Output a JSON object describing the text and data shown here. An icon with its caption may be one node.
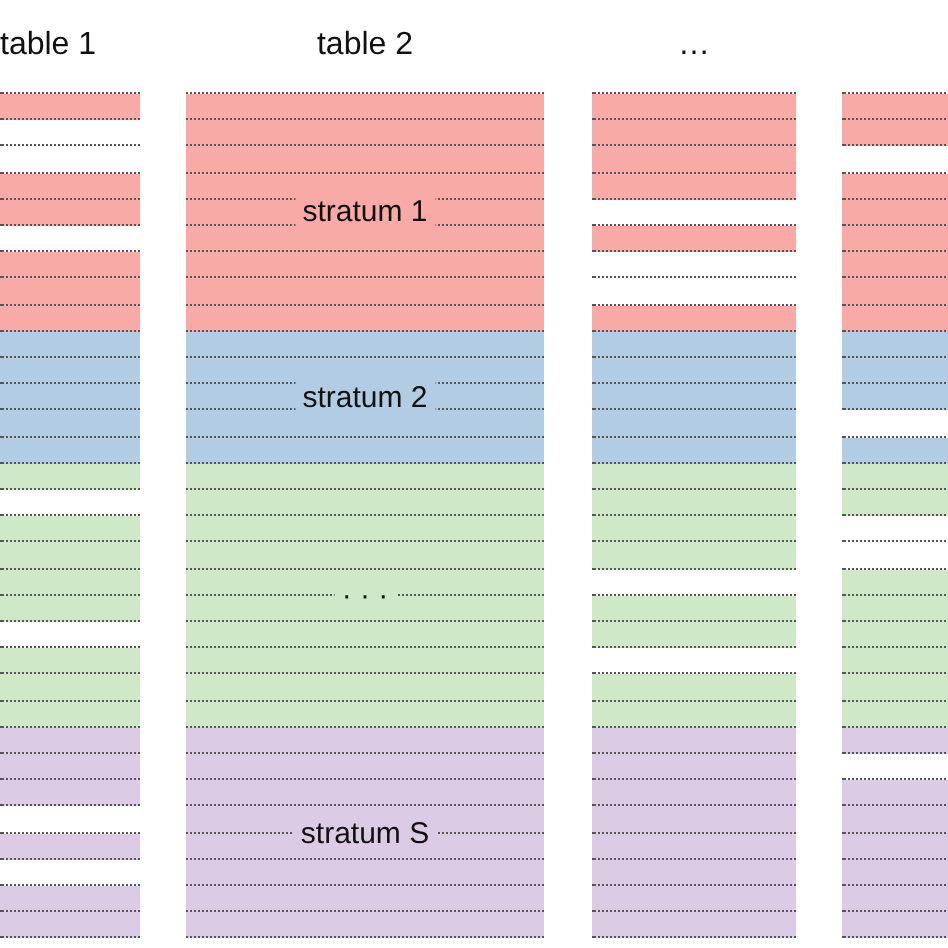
{
  "diagram": {
    "nodes": [
      {
        "text": [
          "table 1"
        ]
      },
      {
        "text": [
          "table 2"
        ]
      },
      {
        "text": [
          "stratum 1"
        ],
        "in": 1
      },
      {
        "text": [
          "stratum 2"
        ],
        "in": 1
      },
      {
        "text": [
          "· · ·"
        ],
        "in": 1
      },
      {
        "text": [
          "stratum S"
        ],
        "in": 1
      },
      {
        "text": [
          "…"
        ]
      },
      {
        "text": [],
        "shape": "box"
      }
    ],
    "edges": []
  }
}
